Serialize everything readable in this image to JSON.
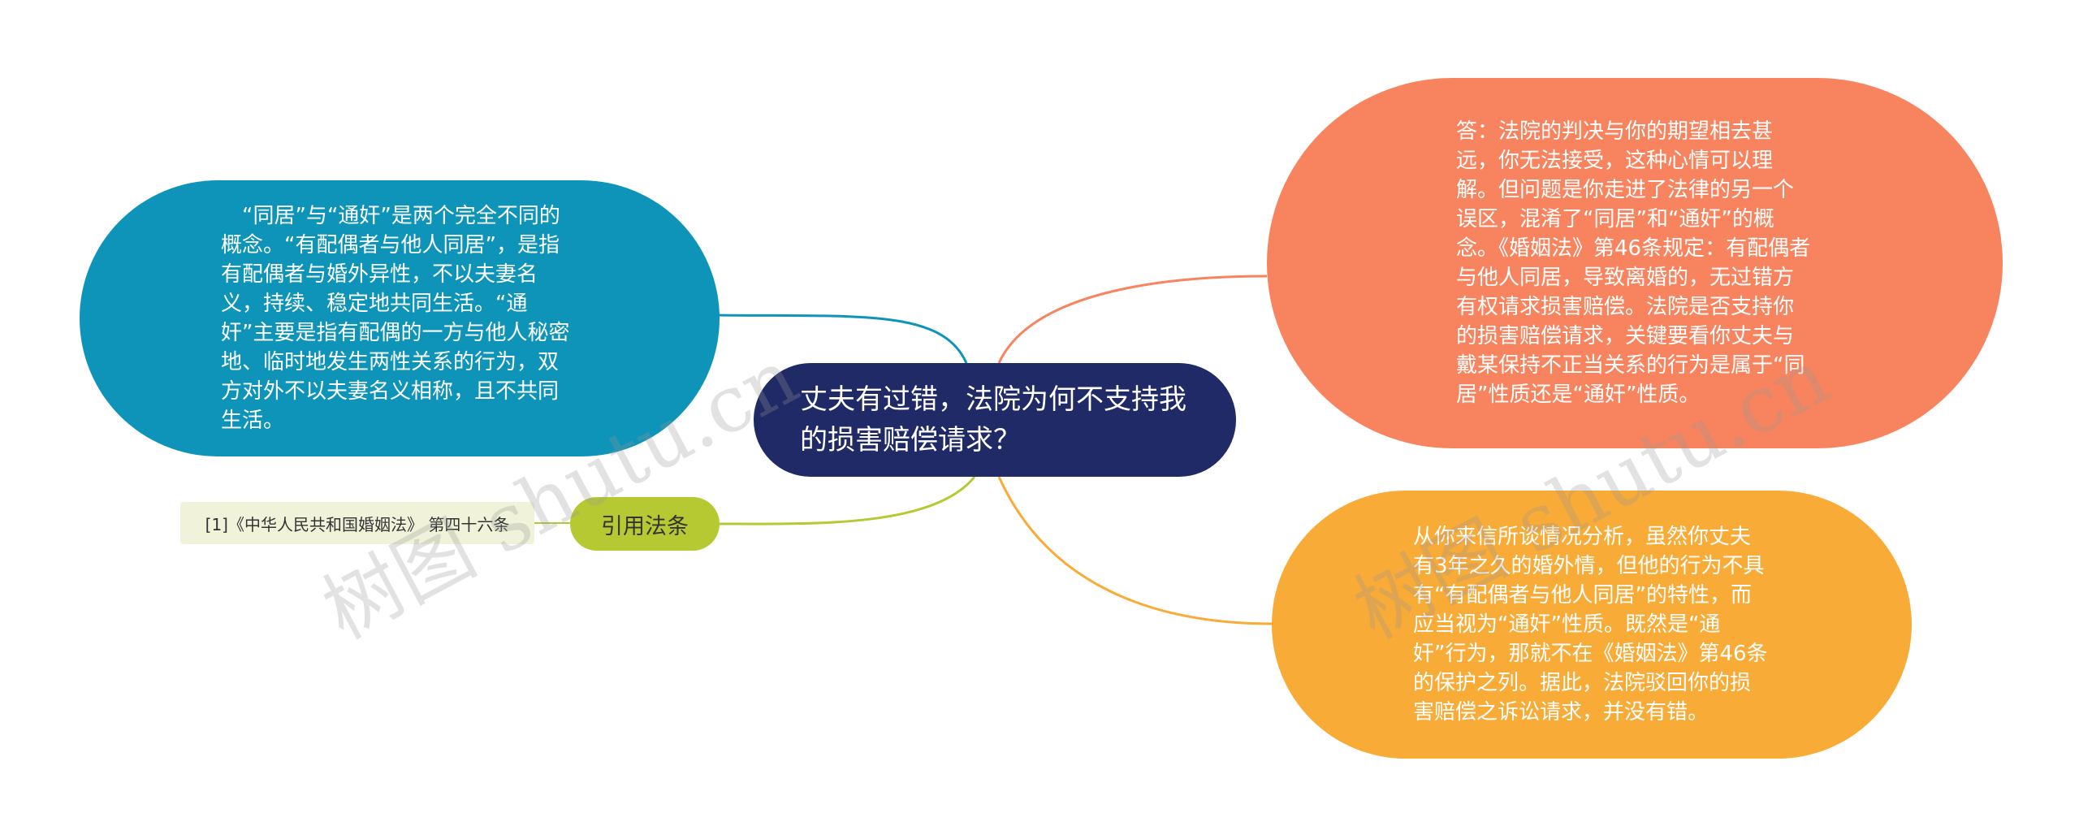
{
  "center": {
    "text": "丈夫有过错，法院为何不支持我的损害赔偿请求？"
  },
  "left": {
    "text": "“同居”与“通奸”是两个完全不同的概念。“有配偶者与他人同居”，是指有配偶者与婚外异性，不以夫妻名义，持续、稳定地共同生活。“通奸”主要是指有配偶的一方与他人秘密地、临时地发生两性关系的行为，双方对外不以夫妻名义相称，且不共同生活。"
  },
  "right_top": {
    "text": "答：法院的判决与你的期望相去甚远，你无法接受，这种心情可以理解。但问题是你走进了法律的另一个误区，混淆了“同居”和“通奸”的概念。《婚姻法》第46条规定：有配偶者与他人同居，导致离婚的，无过错方有权请求损害赔偿。法院是否支持你的损害赔偿请求，关键要看你丈夫与戴某保持不正当关系的行为是属于“同居”性质还是“通奸”性质。"
  },
  "right_bottom": {
    "text": "从你来信所谈情况分析，虽然你丈夫有3年之久的婚外情，但他的行为不具有“有配偶者与他人同居”的特性，而应当视为“通奸”性质。既然是“通奸”行为，那就不在《婚姻法》第46条的保护之列。据此，法院驳回你的损害赔偿之诉讼请求，并没有错。"
  },
  "citation": {
    "label": "引用法条",
    "ref": "[1]《中华人民共和国婚姻法》 第四十六条"
  },
  "watermark": {
    "left": "树图 shutu.cn",
    "right": "树图 shutu.cn"
  },
  "colors": {
    "center": "#1f2a66",
    "left": "#0e94b8",
    "right_top": "#f7845e",
    "right_bottom": "#f9ab37",
    "citation": "#b7c932",
    "citation_ref_bg": "#f0f3da"
  }
}
